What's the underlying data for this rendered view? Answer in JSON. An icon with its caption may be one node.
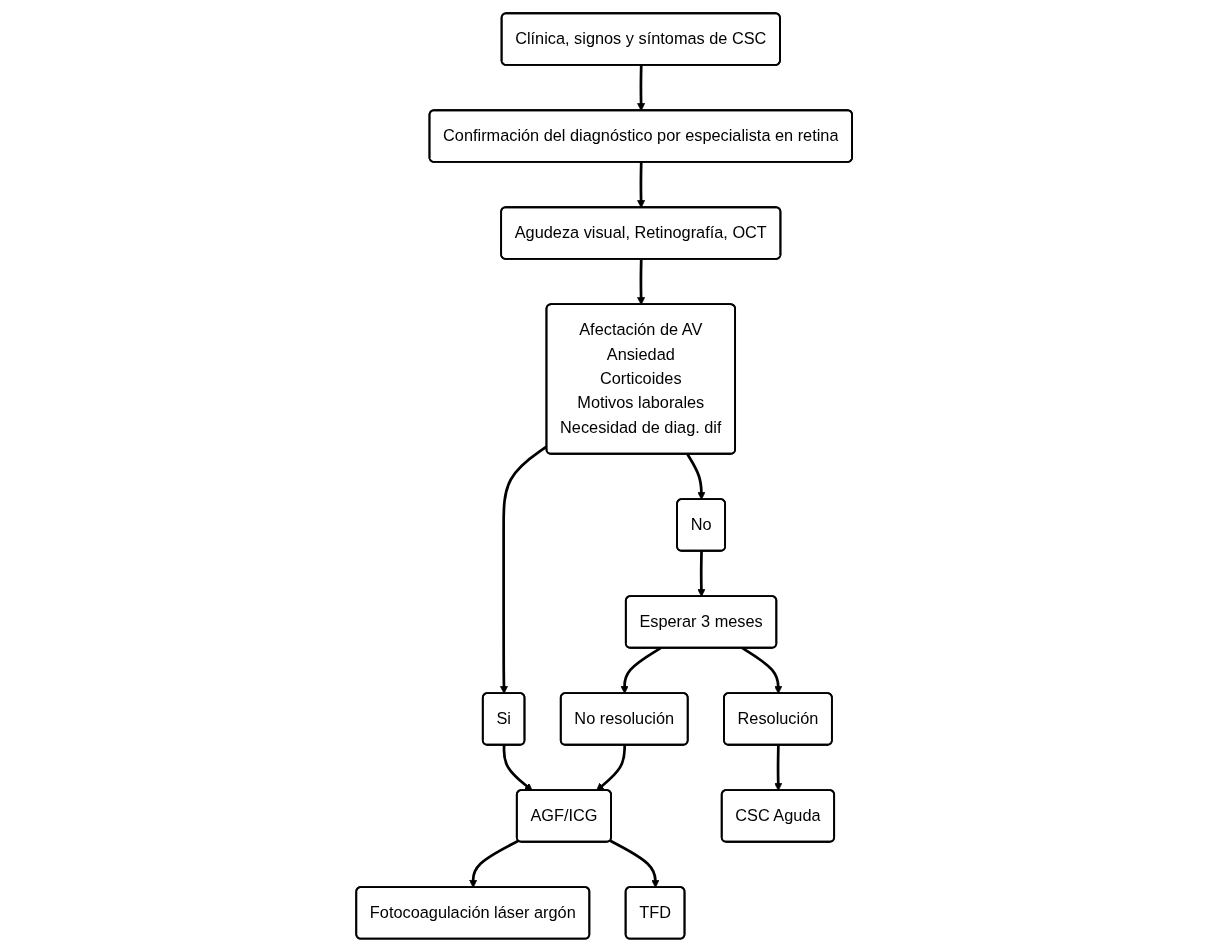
{
  "diagram": {
    "nodes": [
      {
        "text": [
          "Clínica, signos y síntomas de CSC"
        ]
      },
      {
        "text": [
          "Confirmación del diagnóstico por especialista en retina"
        ]
      },
      {
        "text": [
          "Agudeza visual, Retinografía, OCT"
        ]
      },
      {
        "text": [
          "Afectación de AV",
          "Ansiedad",
          "Corticoides",
          "Motivos laborales",
          "Necesidad de diag. dif"
        ]
      },
      {
        "text": [
          "No"
        ]
      },
      {
        "text": [
          "Si"
        ]
      },
      {
        "text": [
          "Esperar 3 meses"
        ]
      },
      {
        "text": [
          "Resolución"
        ]
      },
      {
        "text": [
          "No resolución"
        ]
      },
      {
        "text": [
          "AGF/ICG"
        ]
      },
      {
        "text": [
          "CSC Aguda"
        ]
      },
      {
        "text": [
          "Fotocoagulación láser argón"
        ]
      },
      {
        "text": [
          "TFD"
        ]
      }
    ],
    "edges": [
      {
        "from": 0,
        "to": 1,
        "arrow": "to"
      },
      {
        "from": 1,
        "to": 2,
        "arrow": "to"
      },
      {
        "from": 2,
        "to": 3,
        "arrow": "to"
      },
      {
        "from": 3,
        "to": 4,
        "arrow": "to"
      },
      {
        "from": 3,
        "to": 5,
        "arrow": "to"
      },
      {
        "from": 4,
        "to": 6,
        "arrow": "to"
      },
      {
        "from": 6,
        "to": 7,
        "arrow": "to"
      },
      {
        "from": 6,
        "to": 8,
        "arrow": "to"
      },
      {
        "from": 5,
        "to": 9,
        "arrow": "to"
      },
      {
        "from": 8,
        "to": 9,
        "arrow": "to"
      },
      {
        "from": 7,
        "to": 10,
        "arrow": "to"
      },
      {
        "from": 9,
        "to": 11,
        "arrow": "to"
      },
      {
        "from": 9,
        "to": 12,
        "arrow": "to"
      }
    ]
  }
}
